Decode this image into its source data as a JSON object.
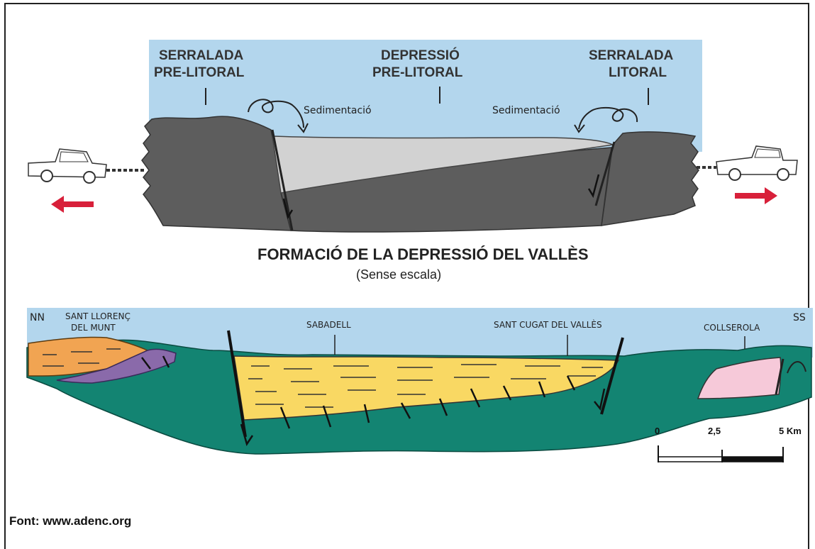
{
  "top": {
    "label_left": [
      "SERRALADA",
      "PRE-LITORAL"
    ],
    "label_center": [
      "DEPRESSIÓ",
      "PRE-LITORAL"
    ],
    "label_right": [
      "SERRALADA",
      "LITORAL"
    ],
    "sediment_left": "Sedimentació",
    "sediment_right": "Sedimentació",
    "title": "FORMACIÓ DE LA DEPRESSIÓ DEL VALLÈS",
    "subtitle": "(Sense escala)"
  },
  "bottom": {
    "nn": "NN",
    "ss": "SS",
    "llorenc": [
      "SANT LLORENÇ",
      "DEL MUNT"
    ],
    "sabadell": "SABADELL",
    "sant_cugat": "SANT CUGAT DEL VALLÈS",
    "collserola": "COLLSEROLA",
    "scale": [
      "0",
      "2,5",
      "5 Km"
    ]
  },
  "source": "Font: www.adenc.org",
  "colors": {
    "sky": "#b3d6ed",
    "rock_dark": "#5d5d5d",
    "sediment_light": "#d2d2d2",
    "basement_green": "#138472",
    "sediment_yellow": "#f9d863",
    "orange": "#f1a452",
    "purple": "#8a6aaa",
    "pink": "#f6c9d9",
    "arrow_red": "#d8203a"
  }
}
